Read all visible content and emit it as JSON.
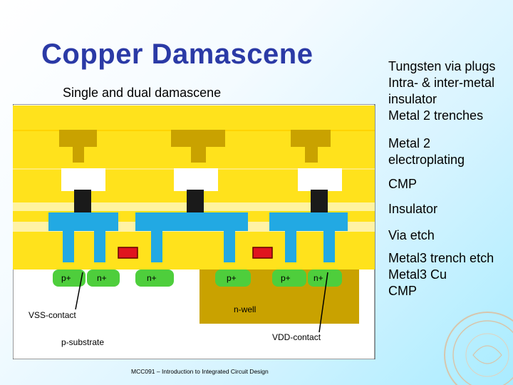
{
  "slide": {
    "title": "Copper Damascene",
    "subtitle": "Single and dual damascene",
    "footer": "MCC091 – Introduction to Integrated Circuit Design"
  },
  "process_steps": [
    "Tungsten via plugs",
    "Intra- & inter-metal insulator",
    "Metal 2 trenches",
    "Metal 2 electroplating",
    "CMP",
    "Insulator",
    "Via etch",
    "Metal3 trench etch",
    "Metal3 Cu",
    "CMP"
  ],
  "diagram": {
    "labels": {
      "p1": "p+",
      "n1": "n+",
      "n2": "n+",
      "p2": "p+",
      "p3": "p+",
      "n3": "n+",
      "vss": "VSS-contact",
      "nwell": "n-well",
      "psub": "p-substrate",
      "vdd": "VDD-contact"
    },
    "colors": {
      "oxide": "#ffe21c",
      "metal_cu": "#c9a200",
      "metal_m1": "#22a9e3",
      "diffusion": "#4ece3c",
      "nwell": "#c9a200",
      "tungsten": "#1a1a1a",
      "gate": "#e0141e",
      "substrate": "#ffffff"
    }
  }
}
